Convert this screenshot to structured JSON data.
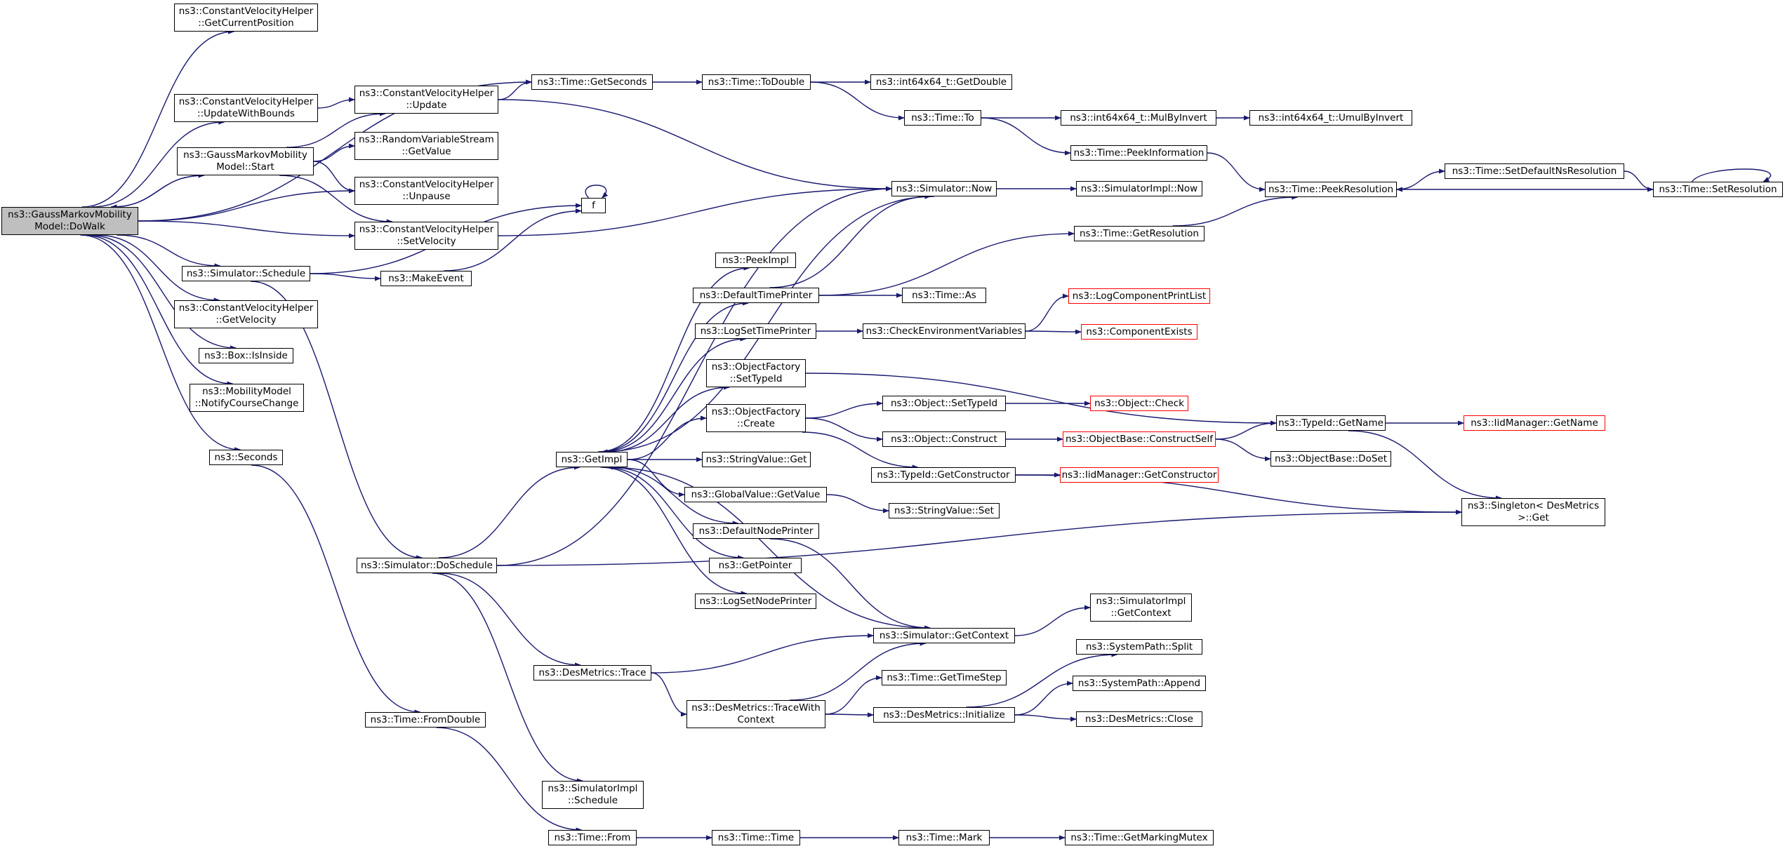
{
  "colors": {
    "edge": "#191970",
    "border": "#000000",
    "root_fill": "#bfbfbf",
    "truncated_border": "#ff0000",
    "background": "#ffffff"
  },
  "nodes": {
    "dowalk": [
      "ns3::GaussMarkovMobility",
      "Model::DoWalk"
    ],
    "cvh_getcurrentposition": [
      "ns3::ConstantVelocityHelper",
      "::GetCurrentPosition"
    ],
    "cvh_updatewithbounds": [
      "ns3::ConstantVelocityHelper",
      "::UpdateWithBounds"
    ],
    "gmm_start": [
      "ns3::GaussMarkovMobility",
      "Model::Start"
    ],
    "sim_schedule": [
      "ns3::Simulator::Schedule"
    ],
    "cvh_getvelocity": [
      "ns3::ConstantVelocityHelper",
      "::GetVelocity"
    ],
    "box_isinside": [
      "ns3::Box::IsInside"
    ],
    "mm_notifycoursechange": [
      "ns3::MobilityModel",
      "::NotifyCourseChange"
    ],
    "seconds": [
      "ns3::Seconds"
    ],
    "cvh_update": [
      "ns3::ConstantVelocityHelper",
      "::Update"
    ],
    "rvs_getvalue": [
      "ns3::RandomVariableStream",
      "::GetValue"
    ],
    "cvh_unpause": [
      "ns3::ConstantVelocityHelper",
      "::Unpause"
    ],
    "cvh_setvelocity": [
      "ns3::ConstantVelocityHelper",
      "::SetVelocity"
    ],
    "makeevent": [
      "ns3::MakeEvent"
    ],
    "sim_doschedule": [
      "ns3::Simulator::DoSchedule"
    ],
    "time_fromdouble": [
      "ns3::Time::FromDouble"
    ],
    "time_getseconds": [
      "ns3::Time::GetSeconds"
    ],
    "f": [
      "f"
    ],
    "getimpl": [
      "ns3::GetImpl"
    ],
    "desmetrics_trace": [
      "ns3::DesMetrics::Trace"
    ],
    "simimpl_schedule": [
      "ns3::SimulatorImpl",
      "::Schedule"
    ],
    "time_from": [
      "ns3::Time::From"
    ],
    "time_todouble": [
      "ns3::Time::ToDouble"
    ],
    "peekimpl": [
      "ns3::PeekImpl"
    ],
    "defaulttimeprinter": [
      "ns3::DefaultTimePrinter"
    ],
    "logsettimeprinter": [
      "ns3::LogSetTimePrinter"
    ],
    "of_settypeid": [
      "ns3::ObjectFactory",
      "::SetTypeId"
    ],
    "of_create": [
      "ns3::ObjectFactory",
      "::Create"
    ],
    "stringvalue_get": [
      "ns3::StringValue::Get"
    ],
    "globalvalue_getvalue": [
      "ns3::GlobalValue::GetValue"
    ],
    "defaultnodeprinter": [
      "ns3::DefaultNodePrinter"
    ],
    "getpointer": [
      "ns3::GetPointer"
    ],
    "logsetnodeprinter": [
      "ns3::LogSetNodePrinter"
    ],
    "dm_tracewithcontext": [
      "ns3::DesMetrics::TraceWith",
      "Context"
    ],
    "time_time": [
      "ns3::Time::Time"
    ],
    "int64_getdouble": [
      "ns3::int64x64_t::GetDouble"
    ],
    "time_to": [
      "ns3::Time::To"
    ],
    "sim_now": [
      "ns3::Simulator::Now"
    ],
    "time_as": [
      "ns3::Time::As"
    ],
    "checkenv": [
      "ns3::CheckEnvironmentVariables"
    ],
    "object_settypeid": [
      "ns3::Object::SetTypeId"
    ],
    "object_construct": [
      "ns3::Object::Construct"
    ],
    "typeid_getconstructor": [
      "ns3::TypeId::GetConstructor"
    ],
    "stringvalue_set": [
      "ns3::StringValue::Set"
    ],
    "sim_getcontext": [
      "ns3::Simulator::GetContext"
    ],
    "time_gettimestep": [
      "ns3::Time::GetTimeStep"
    ],
    "dm_initialize": [
      "ns3::DesMetrics::Initialize"
    ],
    "time_mark": [
      "ns3::Time::Mark"
    ],
    "int64_mulbyinvert": [
      "ns3::int64x64_t::MulByInvert"
    ],
    "time_peekinformation": [
      "ns3::Time::PeekInformation"
    ],
    "simimpl_now": [
      "ns3::SimulatorImpl::Now"
    ],
    "time_getresolution": [
      "ns3::Time::GetResolution"
    ],
    "logcomponentprintlist": [
      "ns3::LogComponentPrintList"
    ],
    "componentexists": [
      "ns3::ComponentExists"
    ],
    "object_check": [
      "ns3::Object::Check"
    ],
    "objectbase_constructself": [
      "ns3::ObjectBase::ConstructSelf"
    ],
    "iidmanager_getconstructor": [
      "ns3::IidManager::GetConstructor"
    ],
    "simimpl_getcontext": [
      "ns3::SimulatorImpl",
      "::GetContext"
    ],
    "systempath_split": [
      "ns3::SystemPath::Split"
    ],
    "systempath_append": [
      "ns3::SystemPath::Append"
    ],
    "dm_close": [
      "ns3::DesMetrics::Close"
    ],
    "time_getmarkingmutex": [
      "ns3::Time::GetMarkingMutex"
    ],
    "int64_umulbyinvert": [
      "ns3::int64x64_t::UmulByInvert"
    ],
    "time_peekresolution": [
      "ns3::Time::PeekResolution"
    ],
    "typeid_getname": [
      "ns3::TypeId::GetName"
    ],
    "objectbase_doset": [
      "ns3::ObjectBase::DoSet"
    ],
    "time_setdefaultnsresolution": [
      "ns3::Time::SetDefaultNsResolution"
    ],
    "iidmanager_getname": [
      "ns3::IidManager::GetName"
    ],
    "singleton_get": [
      "ns3::Singleton< DesMetrics",
      " >::Get"
    ],
    "time_setresolution": [
      "ns3::Time::SetResolution"
    ]
  },
  "edges": [
    [
      "dowalk",
      "cvh_getcurrentposition"
    ],
    [
      "dowalk",
      "cvh_updatewithbounds"
    ],
    [
      "dowalk",
      "gmm_start"
    ],
    [
      "dowalk",
      "sim_schedule"
    ],
    [
      "dowalk",
      "cvh_getvelocity"
    ],
    [
      "dowalk",
      "box_isinside"
    ],
    [
      "dowalk",
      "mm_notifycoursechange"
    ],
    [
      "dowalk",
      "seconds"
    ],
    [
      "dowalk",
      "time_getseconds"
    ],
    [
      "dowalk",
      "cvh_unpause"
    ],
    [
      "dowalk",
      "cvh_setvelocity"
    ],
    [
      "cvh_updatewithbounds",
      "cvh_update"
    ],
    [
      "gmm_start",
      "dowalk"
    ],
    [
      "gmm_start",
      "cvh_update"
    ],
    [
      "gmm_start",
      "rvs_getvalue"
    ],
    [
      "gmm_start",
      "cvh_unpause"
    ],
    [
      "gmm_start",
      "cvh_setvelocity"
    ],
    [
      "sim_schedule",
      "makeevent"
    ],
    [
      "sim_schedule",
      "f"
    ],
    [
      "sim_schedule",
      "sim_doschedule"
    ],
    [
      "seconds",
      "time_fromdouble"
    ],
    [
      "cvh_update",
      "time_getseconds"
    ],
    [
      "cvh_update",
      "sim_now"
    ],
    [
      "cvh_setvelocity",
      "sim_now"
    ],
    [
      "makeevent",
      "f"
    ],
    [
      "f",
      "f"
    ],
    [
      "sim_doschedule",
      "getimpl"
    ],
    [
      "sim_doschedule",
      "sim_now"
    ],
    [
      "sim_doschedule",
      "desmetrics_trace"
    ],
    [
      "sim_doschedule",
      "simimpl_schedule"
    ],
    [
      "sim_doschedule",
      "singleton_get"
    ],
    [
      "time_fromdouble",
      "time_from"
    ],
    [
      "time_getseconds",
      "time_todouble"
    ],
    [
      "getimpl",
      "peekimpl"
    ],
    [
      "getimpl",
      "defaulttimeprinter"
    ],
    [
      "getimpl",
      "logsettimeprinter"
    ],
    [
      "getimpl",
      "of_settypeid"
    ],
    [
      "getimpl",
      "of_create"
    ],
    [
      "getimpl",
      "stringvalue_get"
    ],
    [
      "getimpl",
      "globalvalue_getvalue"
    ],
    [
      "getimpl",
      "defaultnodeprinter"
    ],
    [
      "getimpl",
      "getpointer"
    ],
    [
      "getimpl",
      "logsetnodeprinter"
    ],
    [
      "desmetrics_trace",
      "sim_getcontext"
    ],
    [
      "desmetrics_trace",
      "dm_tracewithcontext"
    ],
    [
      "time_from",
      "time_time"
    ],
    [
      "time_todouble",
      "int64_getdouble"
    ],
    [
      "time_todouble",
      "time_to"
    ],
    [
      "defaulttimeprinter",
      "sim_now"
    ],
    [
      "defaulttimeprinter",
      "time_as"
    ],
    [
      "defaulttimeprinter",
      "time_getresolution"
    ],
    [
      "logsettimeprinter",
      "checkenv"
    ],
    [
      "of_settypeid",
      "typeid_getname"
    ],
    [
      "of_create",
      "object_settypeid"
    ],
    [
      "of_create",
      "object_construct"
    ],
    [
      "of_create",
      "typeid_getconstructor"
    ],
    [
      "globalvalue_getvalue",
      "stringvalue_set"
    ],
    [
      "defaultnodeprinter",
      "sim_getcontext"
    ],
    [
      "dm_tracewithcontext",
      "sim_getcontext"
    ],
    [
      "dm_tracewithcontext",
      "time_gettimestep"
    ],
    [
      "dm_tracewithcontext",
      "dm_initialize"
    ],
    [
      "time_time",
      "time_mark"
    ],
    [
      "time_to",
      "int64_mulbyinvert"
    ],
    [
      "time_to",
      "time_peekinformation"
    ],
    [
      "sim_now",
      "simimpl_now"
    ],
    [
      "sim_now",
      "getimpl"
    ],
    [
      "checkenv",
      "logcomponentprintlist"
    ],
    [
      "checkenv",
      "componentexists"
    ],
    [
      "object_settypeid",
      "object_check"
    ],
    [
      "object_construct",
      "objectbase_constructself"
    ],
    [
      "typeid_getconstructor",
      "iidmanager_getconstructor"
    ],
    [
      "typeid_getconstructor",
      "singleton_get"
    ],
    [
      "sim_getcontext",
      "simimpl_getcontext"
    ],
    [
      "sim_getcontext",
      "getimpl"
    ],
    [
      "dm_initialize",
      "systempath_split"
    ],
    [
      "dm_initialize",
      "systempath_append"
    ],
    [
      "dm_initialize",
      "dm_close"
    ],
    [
      "time_mark",
      "time_getmarkingmutex"
    ],
    [
      "int64_mulbyinvert",
      "int64_umulbyinvert"
    ],
    [
      "time_peekinformation",
      "time_peekresolution"
    ],
    [
      "time_getresolution",
      "time_peekresolution"
    ],
    [
      "objectbase_constructself",
      "typeid_getname"
    ],
    [
      "objectbase_constructself",
      "objectbase_doset"
    ],
    [
      "time_peekresolution",
      "time_setdefaultnsresolution"
    ],
    [
      "typeid_getname",
      "iidmanager_getname"
    ],
    [
      "typeid_getname",
      "singleton_get"
    ],
    [
      "time_setdefaultnsresolution",
      "time_setresolution"
    ],
    [
      "time_setresolution",
      "time_peekresolution"
    ],
    [
      "time_setresolution",
      "time_setresolution"
    ]
  ]
}
